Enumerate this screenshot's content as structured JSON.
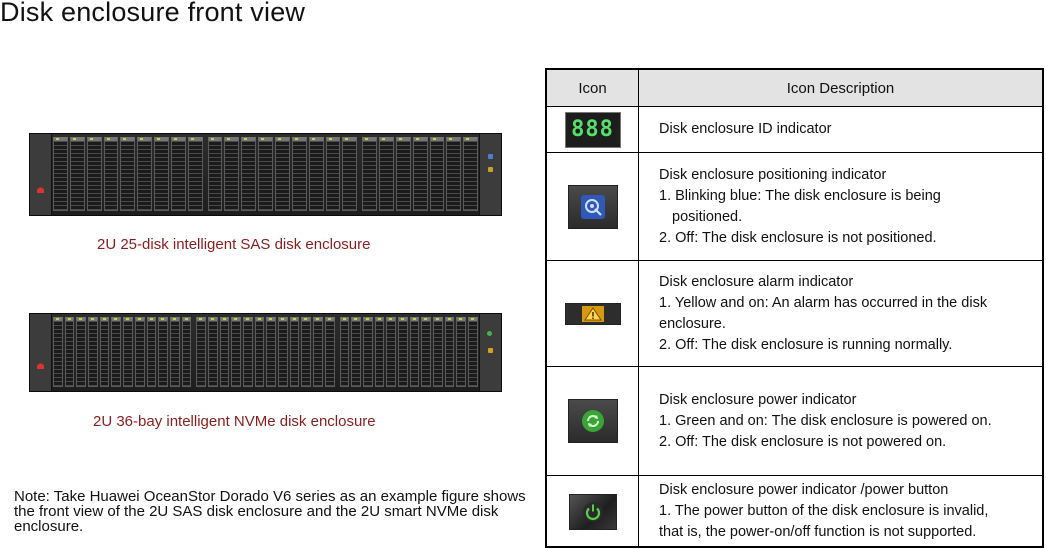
{
  "page": {
    "title": "Disk enclosure front view"
  },
  "figures": [
    {
      "caption": "2U 25-disk intelligent SAS disk enclosure",
      "slot_count": 25
    },
    {
      "caption": "2U 36-bay intelligent NVMe disk enclosure",
      "slot_count": 36
    }
  ],
  "note": "Note: Take Huawei OceanStor Dorado V6 series as an example figure shows the front view of the 2U SAS disk enclosure and the 2U smart NVMe disk enclosure.",
  "table": {
    "headers": {
      "icon": "Icon",
      "description": "Icon Description"
    },
    "rows": [
      {
        "icon": "id-display-icon",
        "icon_text": "888",
        "title": "Disk enclosure ID indicator",
        "lines": []
      },
      {
        "icon": "locate-icon",
        "title": "Disk enclosure positioning indicator",
        "lines": [
          "1. Blinking blue: The disk enclosure is being",
          "positioned.",
          "2. Off: The disk enclosure is not positioned."
        ]
      },
      {
        "icon": "alarm-icon",
        "title": "Disk enclosure alarm indicator",
        "lines": [
          "1. Yellow and on: An alarm has occurred in the disk",
          "enclosure.",
          "2. Off: The disk enclosure is running normally."
        ]
      },
      {
        "icon": "power-indicator-icon",
        "title": "Disk enclosure power indicator",
        "lines": [
          "1. Green and on: The disk enclosure is powered on.",
          "2. Off: The disk enclosure is not powered on."
        ]
      },
      {
        "icon": "power-button-icon",
        "title": "Disk enclosure power indicator /power button",
        "lines": [
          "1. The power button of the disk enclosure is invalid,",
          "that is, the power-on/off function is not supported."
        ]
      }
    ]
  },
  "colors": {
    "caption": "#8a1d1d",
    "id_digits": "#56e06a",
    "locate_blue": "#3d74e0",
    "alarm_yellow": "#f2b820",
    "power_green": "#49c43c"
  }
}
